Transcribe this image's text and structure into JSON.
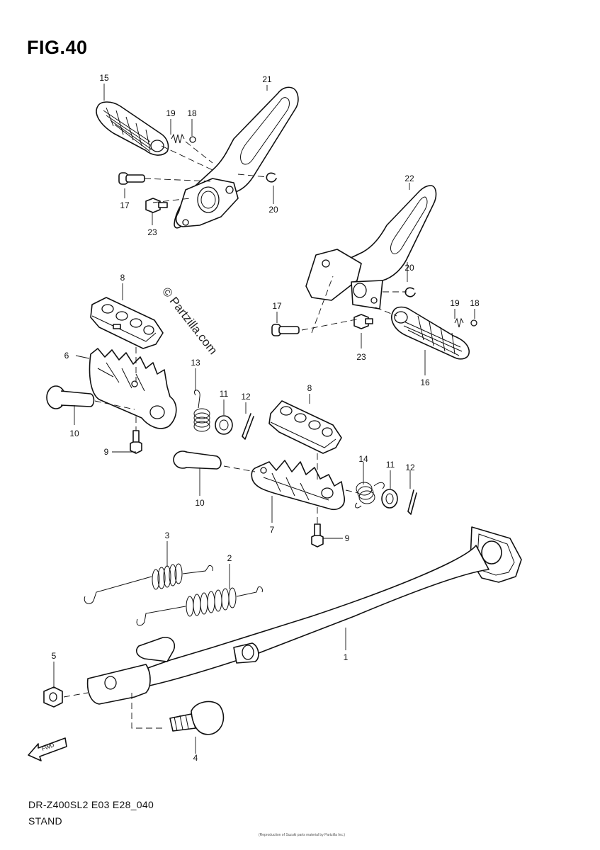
{
  "figure": {
    "title": "FIG.40",
    "watermark": "© Partzilla.com",
    "model_code": "DR-Z400SL2 E03 E28_040",
    "section_name": "STAND",
    "fine_print": "(Reproduction of Suzuki parts material by Partzilla Inc.)"
  },
  "callouts": {
    "c1": "1",
    "c2": "2",
    "c3": "3",
    "c4": "4",
    "c5": "5",
    "c6": "6",
    "c7": "7",
    "c8a": "8",
    "c8b": "8",
    "c9a": "9",
    "c9b": "9",
    "c10a": "10",
    "c10b": "10",
    "c11a": "11",
    "c11b": "11",
    "c12a": "12",
    "c12b": "12",
    "c13": "13",
    "c14": "14",
    "c15": "15",
    "c16": "16",
    "c17a": "17",
    "c17b": "17",
    "c18a": "18",
    "c18b": "18",
    "c19a": "19",
    "c19b": "19",
    "c20a": "20",
    "c20b": "20",
    "c21": "21",
    "c22": "22",
    "c23a": "23",
    "c23b": "23"
  },
  "icons": {
    "front_arrow": "fwd-arrow-icon"
  }
}
